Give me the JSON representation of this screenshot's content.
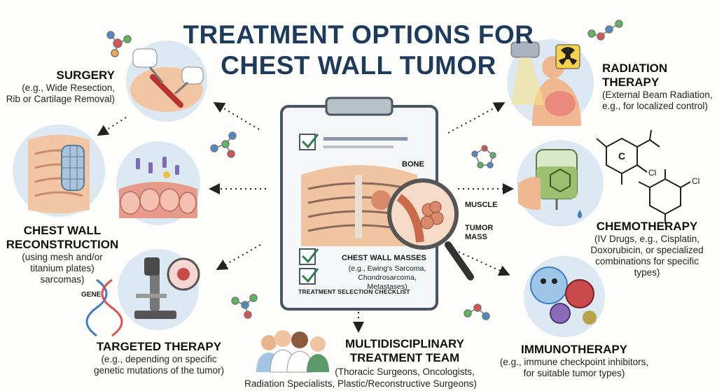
{
  "title": {
    "line1": "TREATMENT OPTIONS FOR",
    "line2": "CHEST WALL TUMOR"
  },
  "surgery": {
    "heading": "SURGERY",
    "sub1": "(e.g., Wide Resection,",
    "sub2": "Rib or Cartilage Removal)"
  },
  "reconstruction": {
    "heading1": "CHEST WALL",
    "heading2": "RECONSTRUCTION",
    "sub1": "(using mesh and/or",
    "sub2": "titanium plates)",
    "sub3": "sarcomas)"
  },
  "targeted": {
    "heading": "TARGETED THERAPY",
    "sub1": "(e.g., depending on specific",
    "sub2": "genetic mutations of the tumor)",
    "gene_label": "GENE"
  },
  "team": {
    "heading1": "MULTIDISCIPLINARY",
    "heading2": "TREATMENT TEAM",
    "sub1": "(Thoracic Surgeons, Oncologists,",
    "sub2": "Radiation Specialists, Plastic/Reconstructive Surgeons)"
  },
  "radiation": {
    "heading1": "RADIATION",
    "heading2": "THERAPY",
    "sub1": "(External Beam Radiation,",
    "sub2": "e.g., for localized control)"
  },
  "chemo": {
    "heading": "CHEMOTHERAPY",
    "sub1": "(IV Drugs, e.g., Cisplatin,",
    "sub2": "Doxorubicin, or specialized",
    "sub3": "combinations for specific",
    "sub4": "types)",
    "molecule_letter": "C",
    "cl1": "Cl",
    "cl2": "Cl"
  },
  "immuno": {
    "heading": "IMMUNOTHERAPY",
    "sub1": "(e.g., immune checkpoint inhibitors,",
    "sub2": "for suitable tumor types)"
  },
  "clipboard": {
    "bone": "BONE",
    "muscle": "MUSCLE",
    "tumor1": "TUMOR",
    "tumor2": "MASS",
    "masses_heading": "CHEST WALL MASSES",
    "masses_sub1": "(e.g., Ewing's Sarcoma,",
    "masses_sub2": "Chondrosarcoma, Metastases)",
    "checklist_label": "TREATMENT SELECTION CHECKLIST"
  },
  "colors": {
    "title": "#1f3b5c",
    "clipboard_border": "#4a5563",
    "check": "#2e7d4f",
    "tumor": "#d98a6a",
    "circle_bg": "#dce9f3"
  }
}
